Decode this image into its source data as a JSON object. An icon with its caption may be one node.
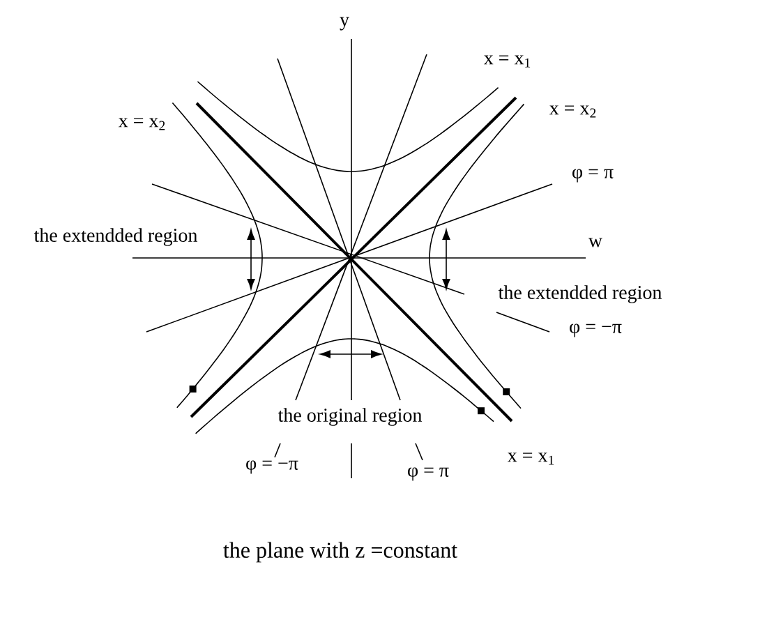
{
  "diagram": {
    "caption": "the plane with z =constant",
    "labels": [
      "y",
      "x = x$_{1}$",
      "x = x$_{2}$",
      "x = x$_{2}$",
      "φ = π",
      "the extendded region",
      "w",
      "the extendded region",
      "φ = −π",
      "the original region",
      "φ = −π",
      "φ = π",
      "x = x$_{1}$"
    ]
  }
}
